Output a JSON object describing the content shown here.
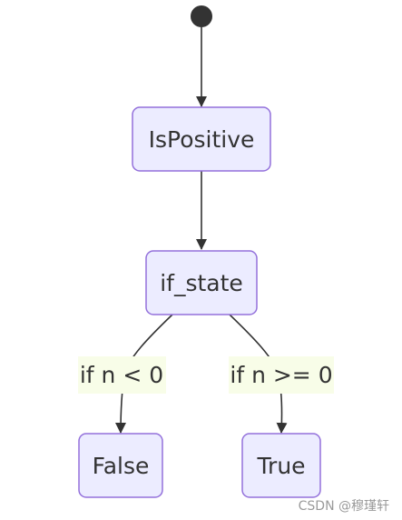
{
  "diagram": {
    "states": {
      "is_positive": "IsPositive",
      "if_state": "if_state",
      "false_state": "False",
      "true_state": "True"
    },
    "transitions": {
      "negative_label": "if n < 0",
      "non_negative_label": "if n >= 0"
    },
    "colors": {
      "state_fill": "#ececff",
      "state_border": "#9370db",
      "edge_label_bg": "#f8fde8",
      "start_node": "#333333",
      "line": "#333333"
    }
  },
  "watermark": "CSDN @穆瑾轩"
}
